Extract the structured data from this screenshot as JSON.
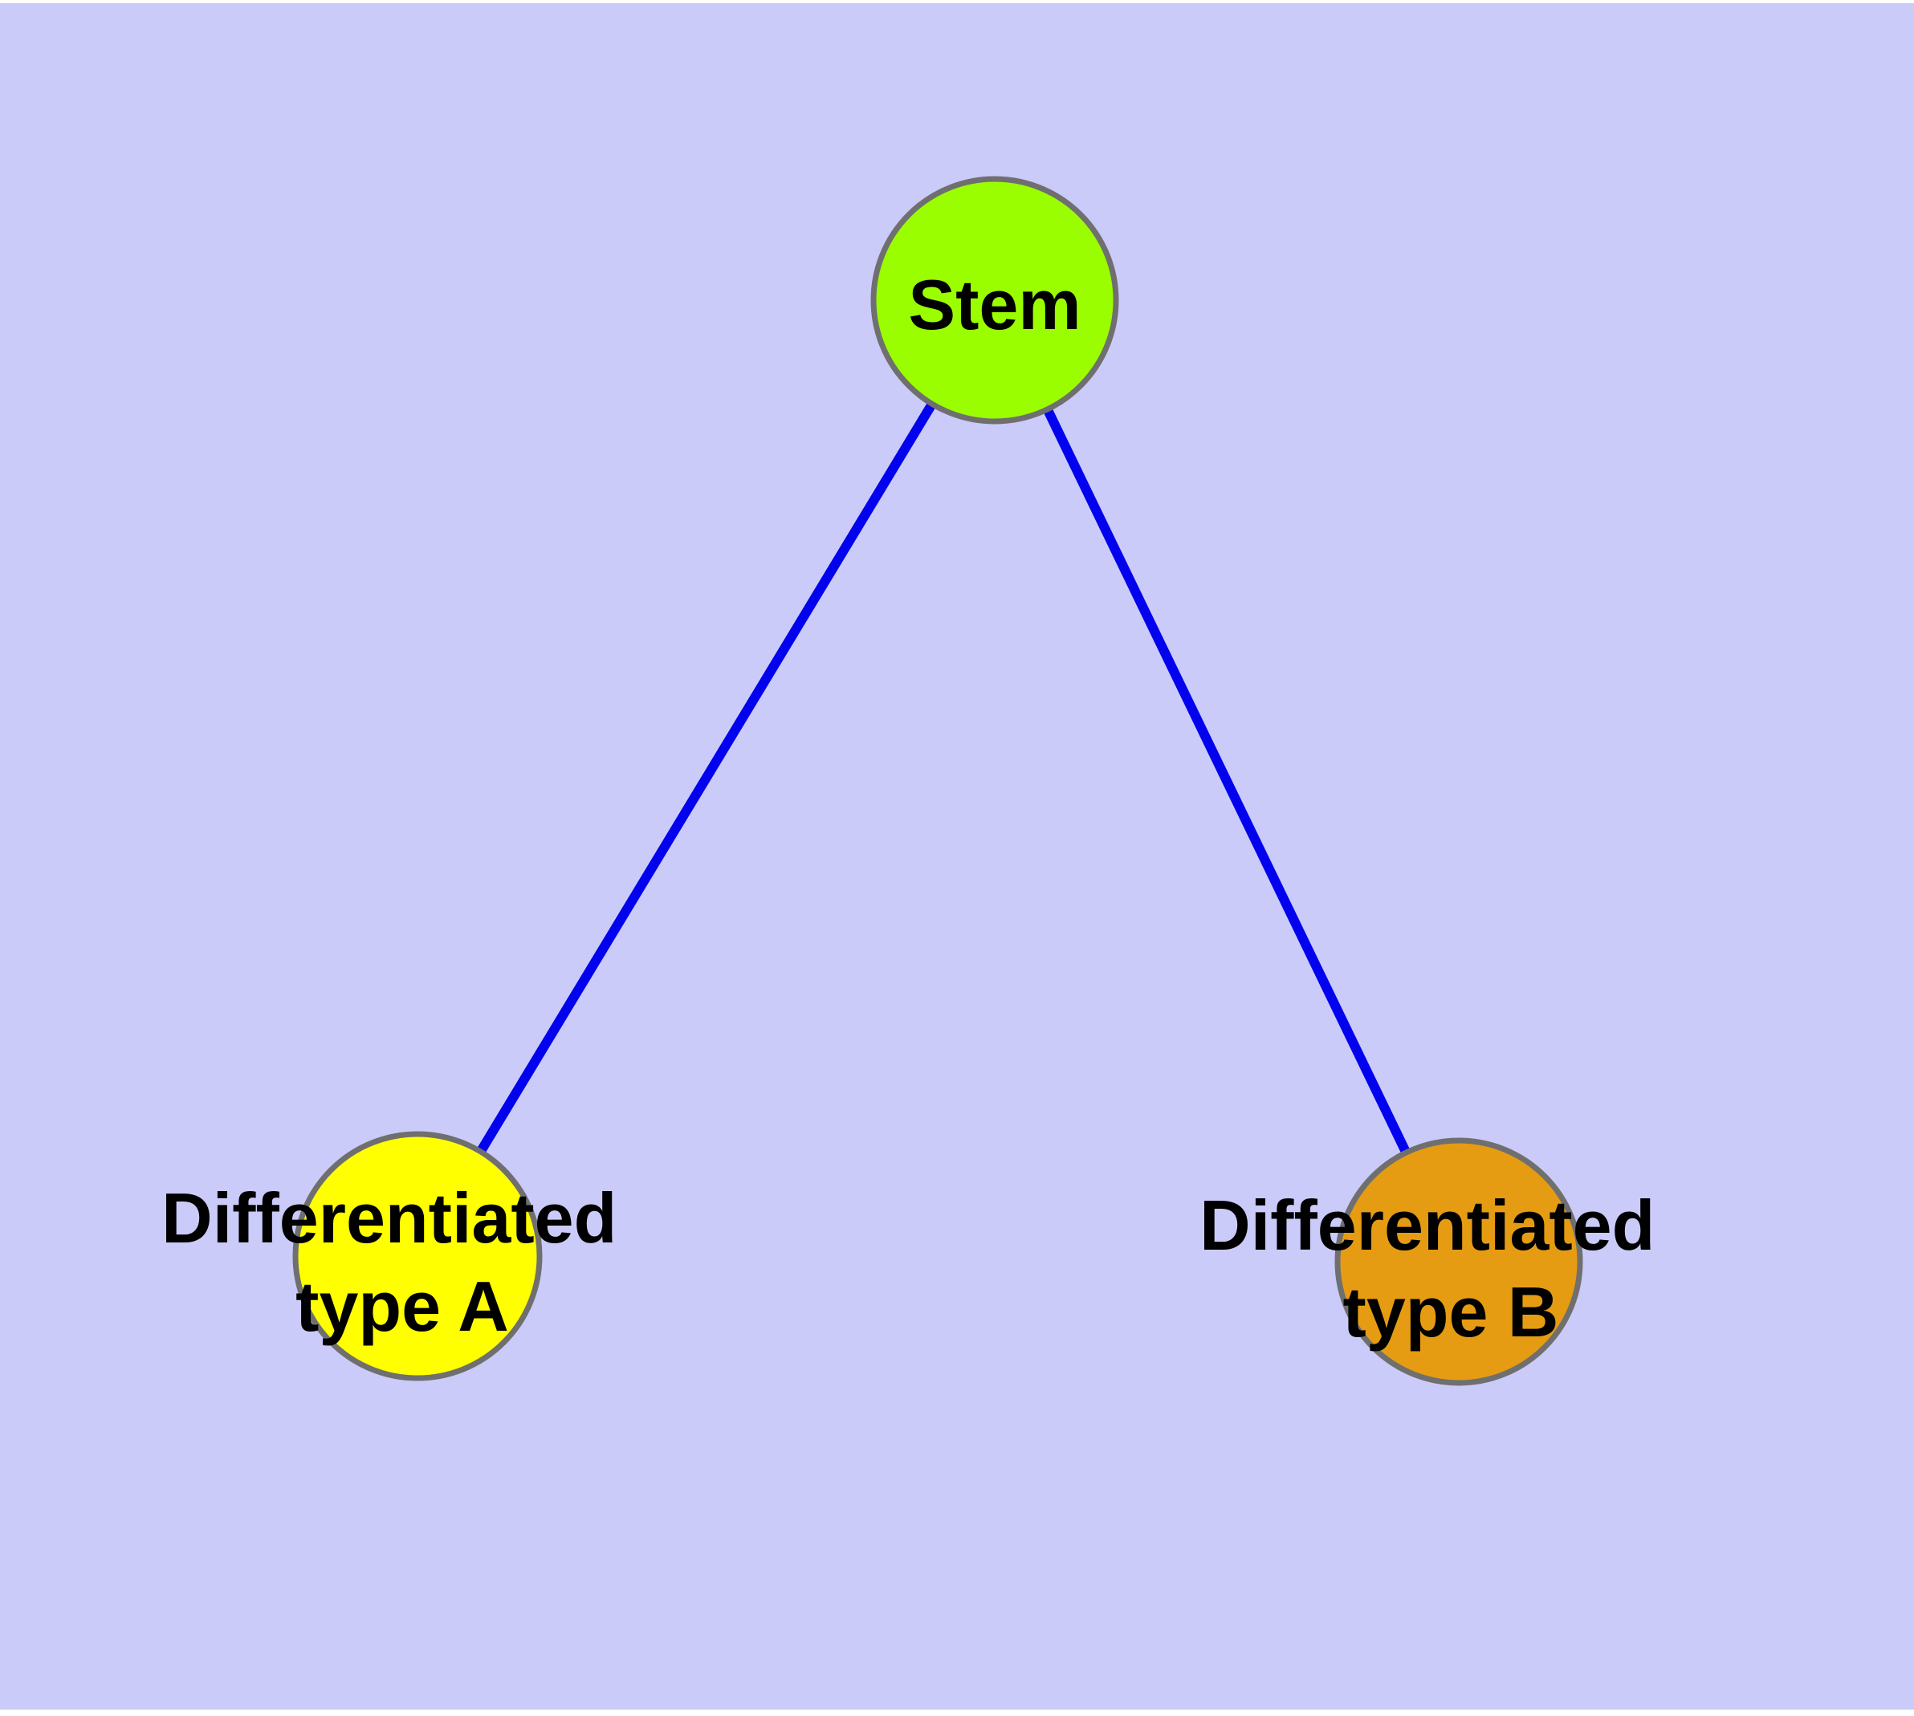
{
  "diagram": {
    "title": "",
    "background_color": "#CBCBF9",
    "node_border_color": "#6F6F6F",
    "edge_color": "#0202EF",
    "nodes": [
      {
        "id": "stem",
        "label": "Stem",
        "fill": "#9AFE00"
      },
      {
        "id": "differentiated-type-a",
        "label_line1": "Differentiated",
        "label_line2": "type A",
        "fill": "#FFFF00"
      },
      {
        "id": "differentiated-type-b",
        "label_line1": "Differentiated",
        "label_line2": "type B",
        "fill": "#E69C12"
      }
    ],
    "edges": [
      {
        "from": "stem",
        "to": "differentiated-type-a",
        "color": "#0202EF"
      },
      {
        "from": "stem",
        "to": "differentiated-type-b",
        "color": "#0202EF"
      }
    ]
  }
}
